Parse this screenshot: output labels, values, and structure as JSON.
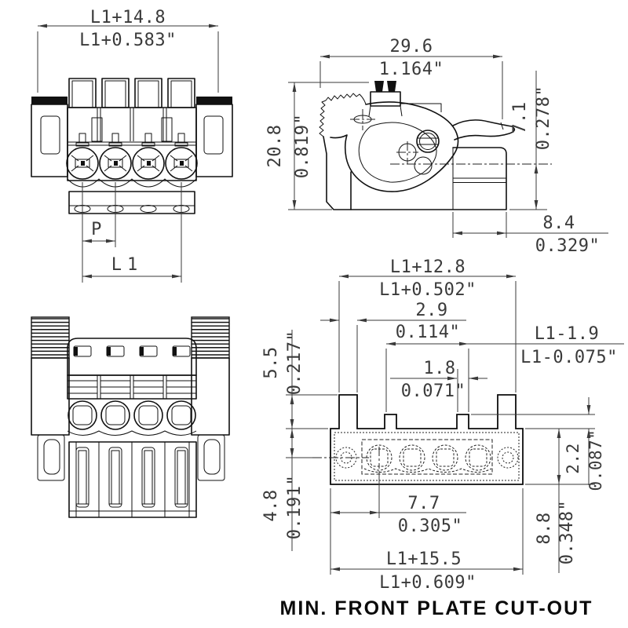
{
  "caption": "MIN. FRONT PLATE CUT-OUT",
  "views": {
    "front": {
      "overall_mm": "L1+14.8",
      "overall_in": "L1+0.583\"",
      "pitch_label": "P",
      "span_label": "L1"
    },
    "side": {
      "depth_mm": "29.6",
      "depth_in": "1.164\"",
      "height_mm": "20.8",
      "height_in": "0.819\"",
      "exit_offset_mm": "7.1",
      "exit_offset_in": "0.278\"",
      "exit_len_mm": "8.4",
      "exit_len_in": "0.329\""
    },
    "cutout": {
      "outer_tabs_mm": "L1+12.8",
      "outer_tabs_in": "L1+0.502\"",
      "tab_width_mm": "2.9",
      "tab_width_in": "0.114\"",
      "inner_tabs_mm": "L1-1.9",
      "inner_tabs_in": "L1-0.075\"",
      "tab_height_mm": "5.5",
      "tab_height_in": "0.217\"",
      "slot_width_mm": "1.8",
      "slot_width_in": "0.071\"",
      "lip_mm": "2.2",
      "lip_in": "0.087\"",
      "center_offset_mm": "4.8",
      "center_offset_in": "0.191\"",
      "pole_offset_mm": "7.7",
      "pole_offset_in": "0.305\"",
      "plate_height_mm": "8.8",
      "plate_height_in": "0.348\"",
      "overall_mm": "L1+15.5",
      "overall_in": "L1+0.609\""
    }
  }
}
